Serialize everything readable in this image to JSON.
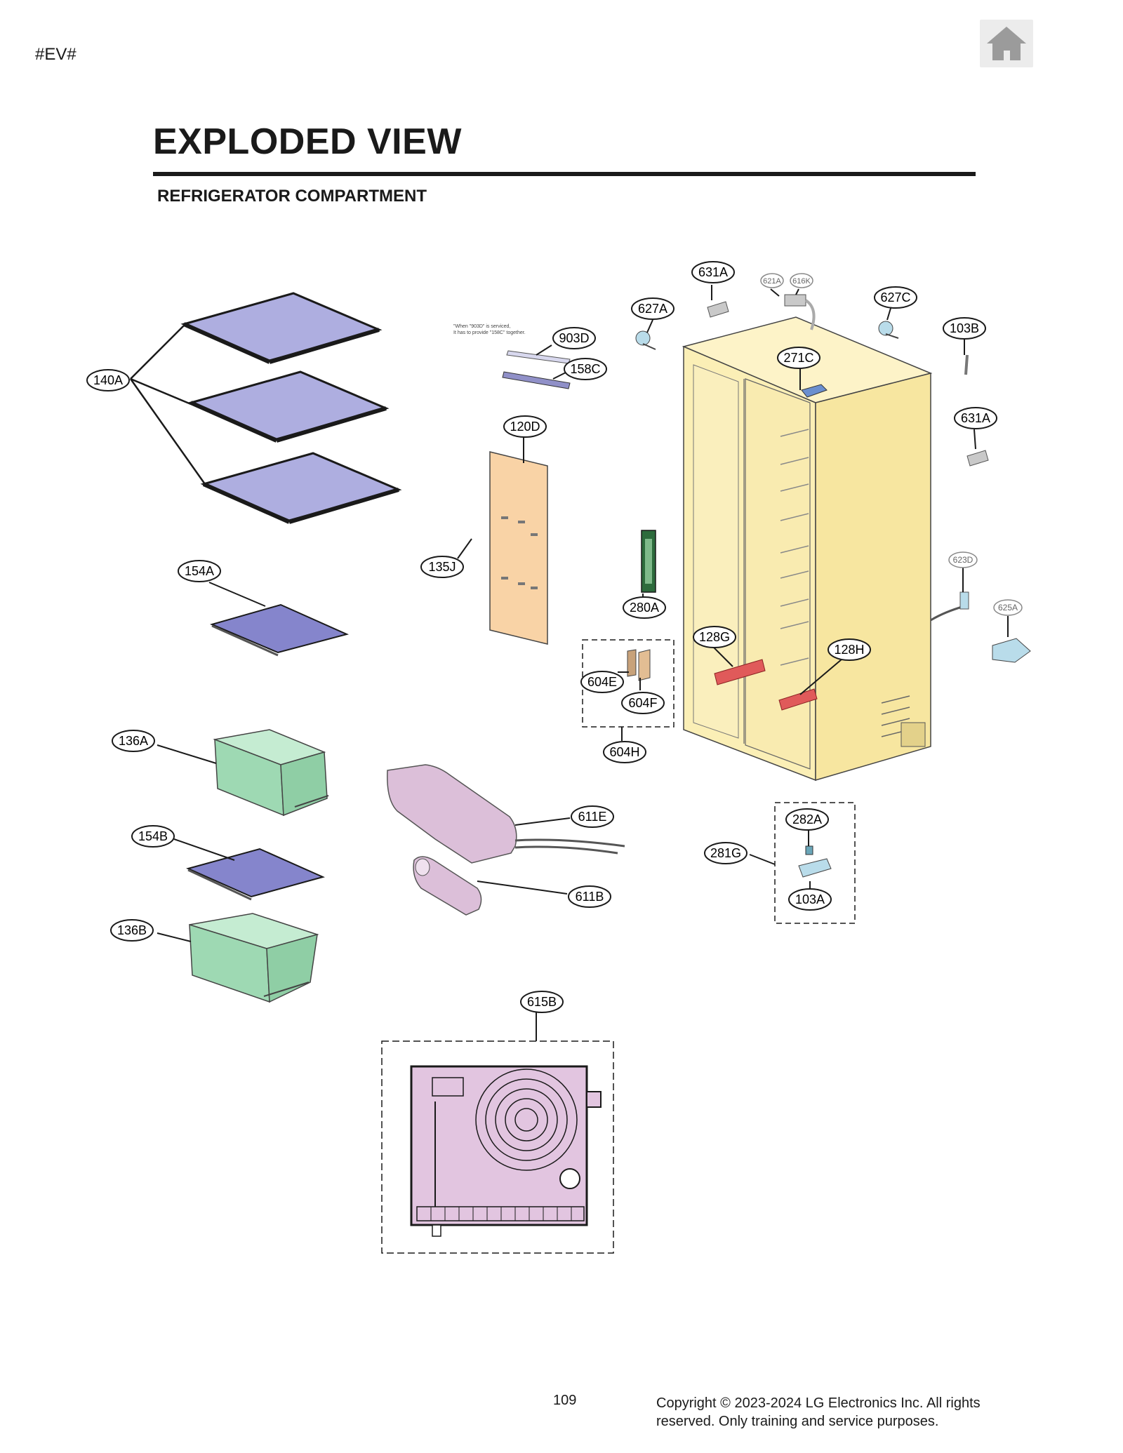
{
  "header": {
    "tag": "#EV#",
    "title": "EXPLODED VIEW",
    "subtitle": "REFRIGERATOR COMPARTMENT"
  },
  "icons": {
    "home": "home-icon"
  },
  "colors": {
    "shelf": "#aeaee0",
    "panel": "#f9d3a6",
    "cabinet": "#fbefb6",
    "crisper": "#9ed9b3",
    "filter": "#dcbfd9",
    "red_part": "#e05a5a",
    "blue_part": "#b9dcea",
    "frame": "#1a1a1a"
  },
  "note": {
    "line1": "\"When \"903D\" is serviced,",
    "line2": "It has to provide \"158C\" together."
  },
  "parts": {
    "p140A": "140A",
    "p154A": "154A",
    "p136A": "136A",
    "p154B": "154B",
    "p136B": "136B",
    "p903D": "903D",
    "p158C": "158C",
    "p120D": "120D",
    "p135J": "135J",
    "p280A": "280A",
    "p604E": "604E",
    "p604F": "604F",
    "p604H": "604H",
    "p611E": "611E",
    "p611B": "611B",
    "p615B": "615B",
    "p631A": "631A",
    "p621A": "621A",
    "p616K": "616K",
    "p627A": "627A",
    "p627C": "627C",
    "p103B": "103B",
    "p271C": "271C",
    "p631A2": "631A",
    "p623D": "623D",
    "p625A": "625A",
    "p128G": "128G",
    "p128H": "128H",
    "p282A": "282A",
    "p281G": "281G",
    "p103A": "103A"
  },
  "footer": {
    "page": "109",
    "copyright": "Copyright © 2023-2024 LG Electronics Inc. All rights reserved. Only training and service purposes."
  }
}
